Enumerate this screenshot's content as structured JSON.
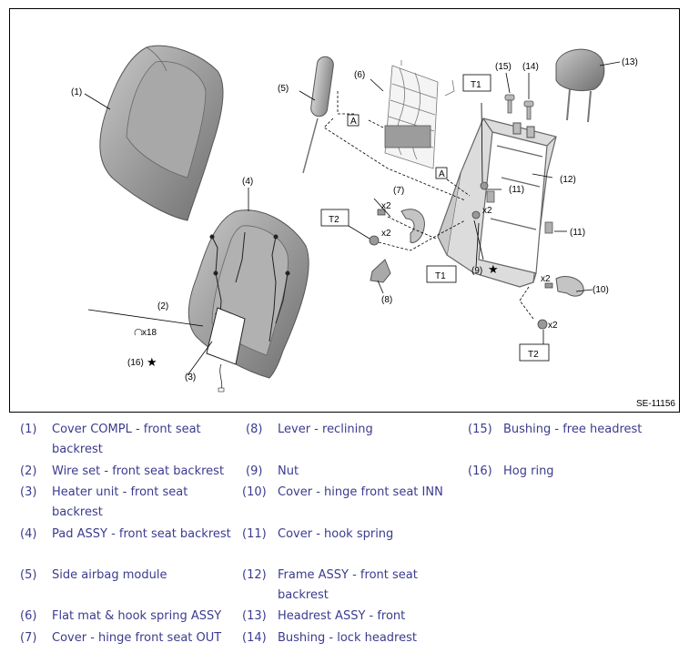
{
  "figure": {
    "id": "SE-11156",
    "callouts": {
      "c1": "(1)",
      "c2": "(2)",
      "c3": "(3)",
      "c4": "(4)",
      "c5": "(5)",
      "c6": "(6)",
      "c7": "(7)",
      "c8": "(8)",
      "c9": "(9)",
      "c10": "(10)",
      "c11a": "(11)",
      "c11b": "(11)",
      "c12": "(12)",
      "c13": "(13)",
      "c14": "(14)",
      "c15": "(15)",
      "c16": "(16)",
      "ref_a1": "A",
      "ref_a2": "A",
      "t1_top": "T1",
      "t1_bottom": "T1",
      "t2_left": "T2",
      "t2_bottom": "T2",
      "qty_x18": "x18",
      "qty_x2_a": "x2",
      "qty_x2_b": "x2",
      "qty_x2_c": "x2",
      "qty_x2_d": "x2",
      "qty_x2_e": "x2",
      "star_9": "★",
      "star_16": "★"
    }
  },
  "legend": [
    {
      "num": "(1)",
      "text": "Cover COMPL - front seat backrest"
    },
    {
      "num": "(2)",
      "text": "Wire set - front seat backrest"
    },
    {
      "num": "(3)",
      "text": "Heater unit - front seat backrest"
    },
    {
      "num": "(4)",
      "text": "Pad ASSY - front seat backrest"
    },
    {
      "num": "(5)",
      "text": "Side airbag module"
    },
    {
      "num": "(6)",
      "text": "Flat mat & hook spring ASSY"
    },
    {
      "num": "(7)",
      "text": "Cover - hinge front seat OUT"
    },
    {
      "num": "(8)",
      "text": "Lever - reclining"
    },
    {
      "num": "(9)",
      "text": "Nut"
    },
    {
      "num": "(10)",
      "text": "Cover - hinge front seat INN"
    },
    {
      "num": "(11)",
      "text": "Cover - hook spring"
    },
    {
      "num": "(12)",
      "text": "Frame ASSY - front seat backrest"
    },
    {
      "num": "(13)",
      "text": "Headrest ASSY - front"
    },
    {
      "num": "(14)",
      "text": "Bushing - lock headrest"
    },
    {
      "num": "(15)",
      "text": "Bushing - free headrest"
    },
    {
      "num": "(16)",
      "text": "Hog ring"
    }
  ]
}
